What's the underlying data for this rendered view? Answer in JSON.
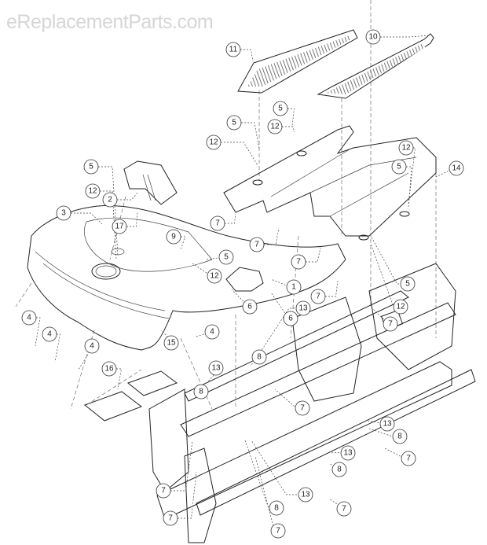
{
  "diagram": {
    "callouts": [
      "11",
      "10",
      "5",
      "12",
      "5",
      "12",
      "12",
      "5",
      "14",
      "5",
      "12",
      "2",
      "17",
      "3",
      "9",
      "5",
      "7",
      "7",
      "7",
      "12",
      "1",
      "7",
      "5",
      "12",
      "6",
      "6",
      "7",
      "4",
      "4",
      "4",
      "4",
      "15",
      "13",
      "8",
      "16",
      "13",
      "8",
      "7",
      "13",
      "8",
      "7",
      "13",
      "8",
      "7",
      "13",
      "8",
      "7",
      "7",
      "7"
    ]
  },
  "watermark": "eReplacementParts.com",
  "colors": {
    "line": "#222222",
    "background": "#ffffff"
  }
}
